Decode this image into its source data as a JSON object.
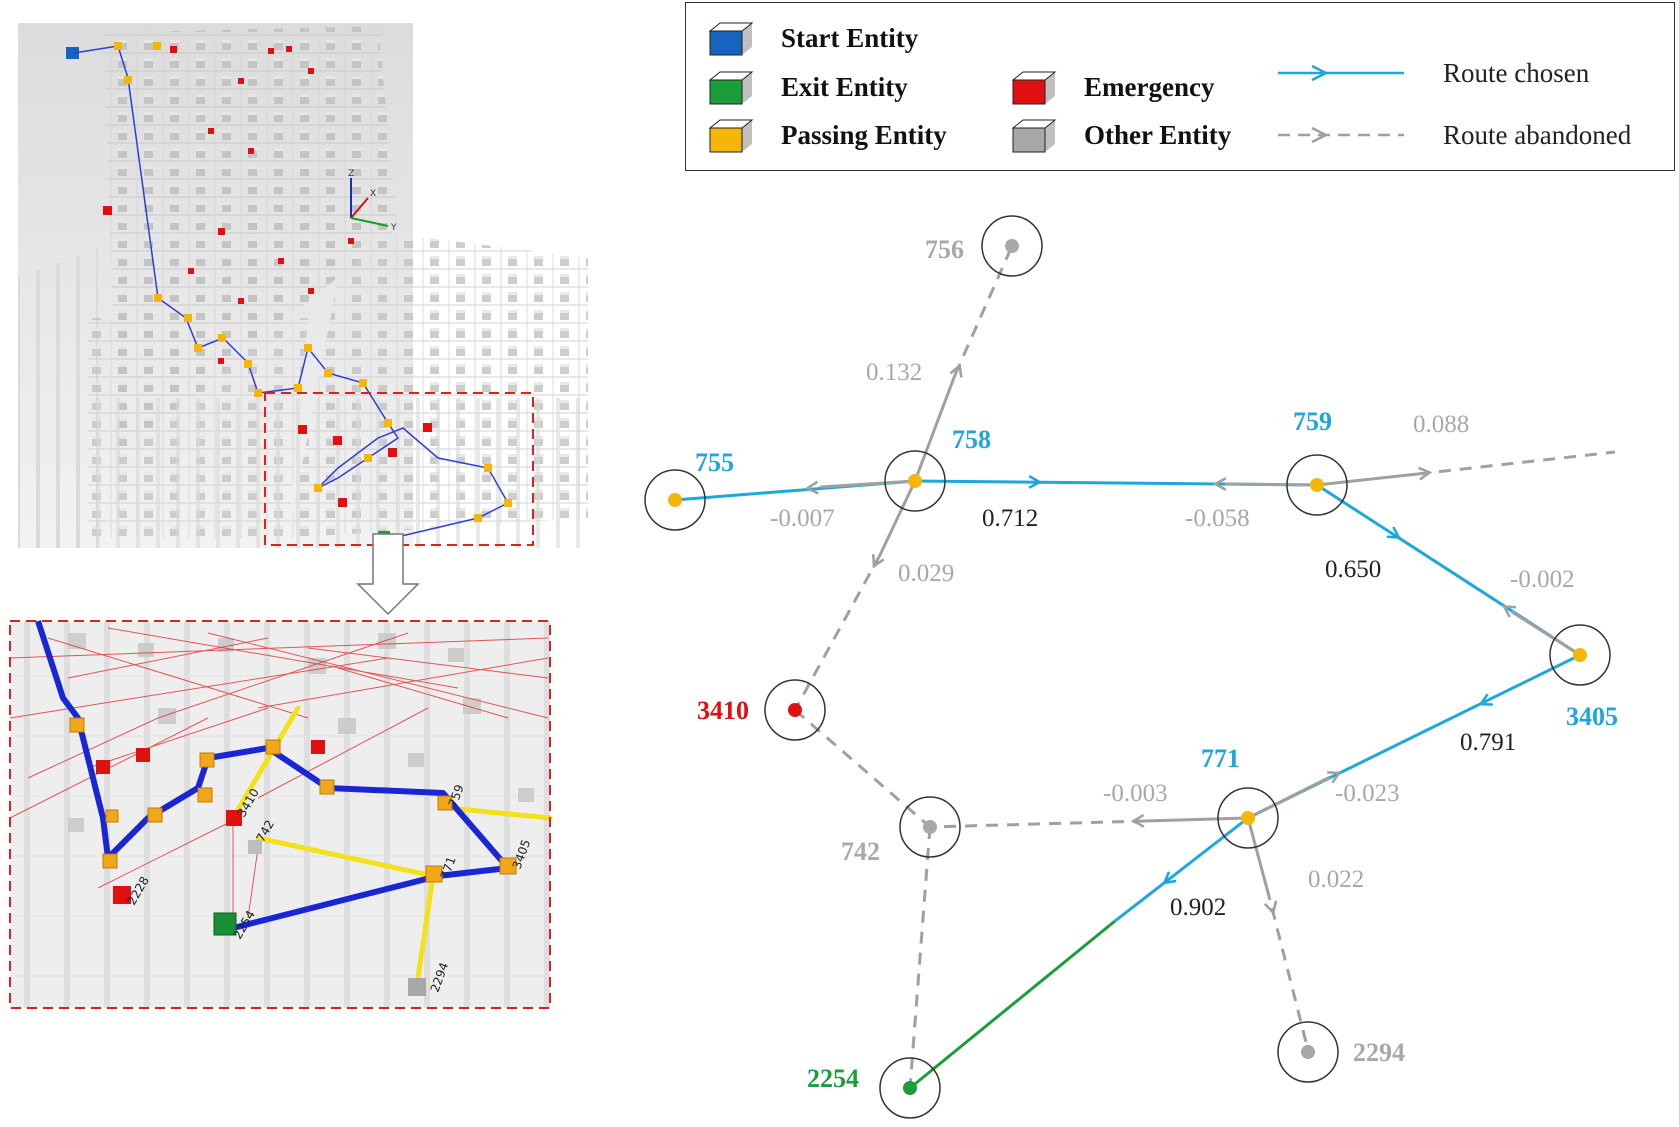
{
  "legend": {
    "entities": [
      {
        "label": "Start Entity",
        "color": "#1565c0",
        "icon": "blue-cube-icon"
      },
      {
        "label": "Exit Entity",
        "color": "#1b9e3a",
        "icon": "green-cube-icon"
      },
      {
        "label": "Passing Entity",
        "color": "#f5b60a",
        "icon": "yellow-cube-icon"
      },
      {
        "label": "Emergency",
        "color": "#e01010",
        "icon": "red-cube-icon"
      },
      {
        "label": "Other Entity",
        "color": "#a8a8a8",
        "icon": "gray-cube-icon"
      }
    ],
    "routes": [
      {
        "label": "Route chosen",
        "color": "#1ea7dc",
        "style": "solid"
      },
      {
        "label": "Route abandoned",
        "color": "#a0a0a0",
        "style": "dashed"
      }
    ]
  },
  "scene": {
    "axes": {
      "z": "Z",
      "x": "X",
      "y": "Y"
    },
    "detail_ids": [
      "2294",
      "2254",
      "742",
      "3410",
      "3405",
      "771",
      "759",
      "2228"
    ]
  },
  "graph": {
    "nodes": [
      {
        "id": "756",
        "type": "other"
      },
      {
        "id": "758",
        "type": "passing"
      },
      {
        "id": "755",
        "type": "passing"
      },
      {
        "id": "759",
        "type": "passing"
      },
      {
        "id": "3410",
        "type": "emergency"
      },
      {
        "id": "3405",
        "type": "passing"
      },
      {
        "id": "742",
        "type": "other"
      },
      {
        "id": "771",
        "type": "passing"
      },
      {
        "id": "2294",
        "type": "other"
      },
      {
        "id": "2254",
        "type": "exit"
      }
    ],
    "edge_labels": [
      {
        "text": "0.132",
        "kind": "abandoned"
      },
      {
        "text": "-0.007",
        "kind": "abandoned"
      },
      {
        "text": "0.712",
        "kind": "chosen"
      },
      {
        "text": "-0.058",
        "kind": "abandoned"
      },
      {
        "text": "0.088",
        "kind": "abandoned"
      },
      {
        "text": "0.029",
        "kind": "abandoned"
      },
      {
        "text": "0.650",
        "kind": "chosen"
      },
      {
        "text": "-0.002",
        "kind": "abandoned"
      },
      {
        "text": "0.791",
        "kind": "chosen"
      },
      {
        "text": "-0.003",
        "kind": "abandoned"
      },
      {
        "text": "-0.023",
        "kind": "abandoned"
      },
      {
        "text": "0.022",
        "kind": "abandoned"
      },
      {
        "text": "0.902",
        "kind": "chosen"
      }
    ]
  },
  "colors": {
    "chosen": "#1ea7dc",
    "abandoned": "#a0a0a0",
    "exit": "#1b9e3a",
    "emergency": "#e01010",
    "passing": "#f5b60a",
    "start": "#1565c0",
    "other": "#a8a8a8",
    "chosen_label": "#1ea7dc",
    "abandoned_label": "#a8a8a8",
    "value_label": "#222222"
  }
}
